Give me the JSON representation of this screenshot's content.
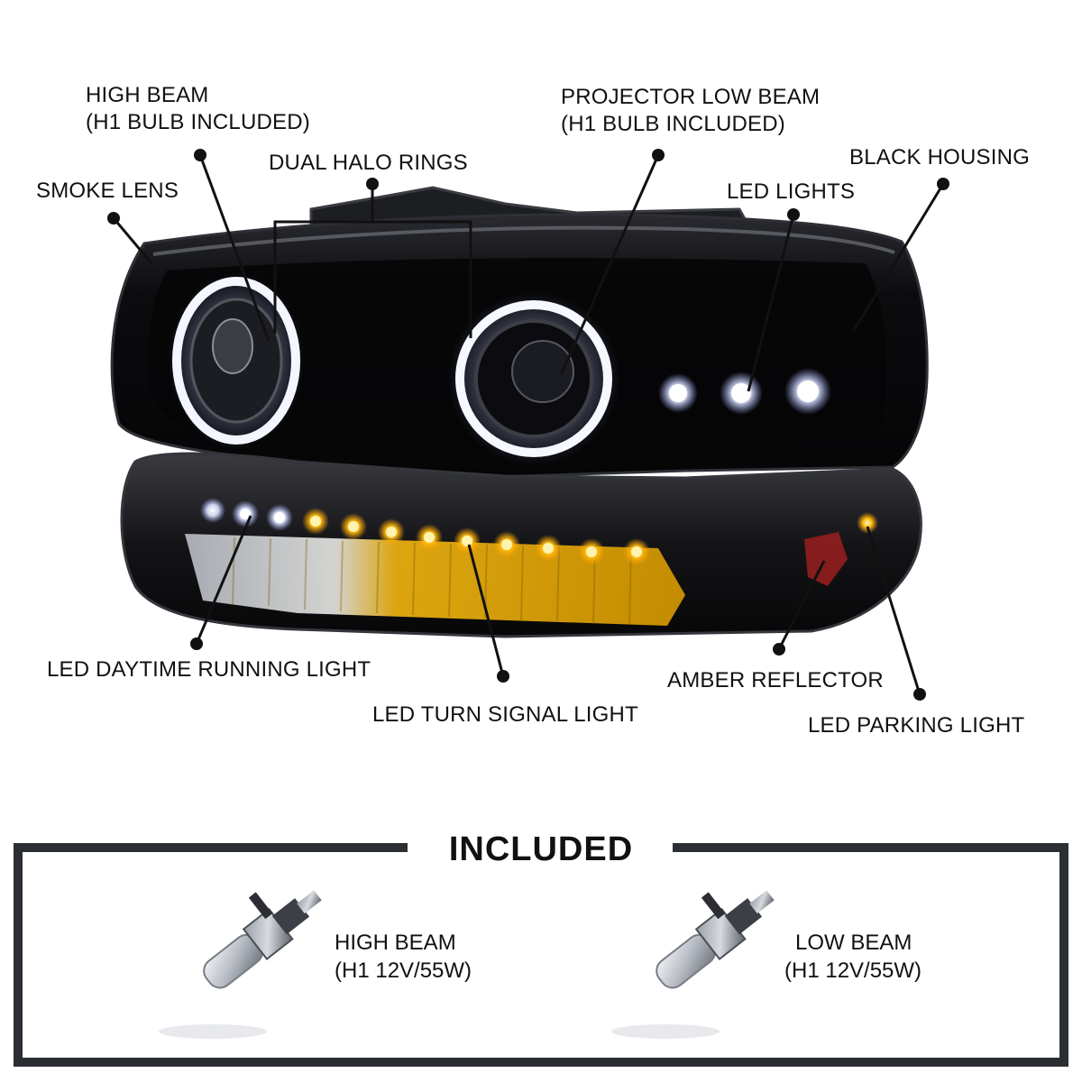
{
  "callouts": {
    "high_beam": {
      "line1": "HIGH BEAM",
      "line2": "(H1 BULB INCLUDED)"
    },
    "projector_low_beam": {
      "line1": "PROJECTOR LOW BEAM",
      "line2": "(H1 BULB INCLUDED)"
    },
    "dual_halo_rings": "DUAL HALO RINGS",
    "smoke_lens": "SMOKE LENS",
    "black_housing": "BLACK HOUSING",
    "led_lights": "LED LIGHTS",
    "led_drl": "LED DAYTIME RUNNING LIGHT",
    "led_turn_signal": "LED TURN SIGNAL LIGHT",
    "amber_reflector": "AMBER REFLECTOR",
    "led_parking": "LED PARKING LIGHT"
  },
  "included": {
    "title": "INCLUDED",
    "bulbs": [
      {
        "line1": "HIGH BEAM",
        "line2": "(H1 12V/55W)"
      },
      {
        "line1": "LOW BEAM",
        "line2": "(H1 12V/55W)"
      }
    ]
  },
  "colors": {
    "housing": "#0a0a0c",
    "halo": "#f2f4ff",
    "amber_led": "#ffb400",
    "white_led": "#f4f7ff",
    "frame": "#2b2f33",
    "callout_line": "#111111"
  }
}
